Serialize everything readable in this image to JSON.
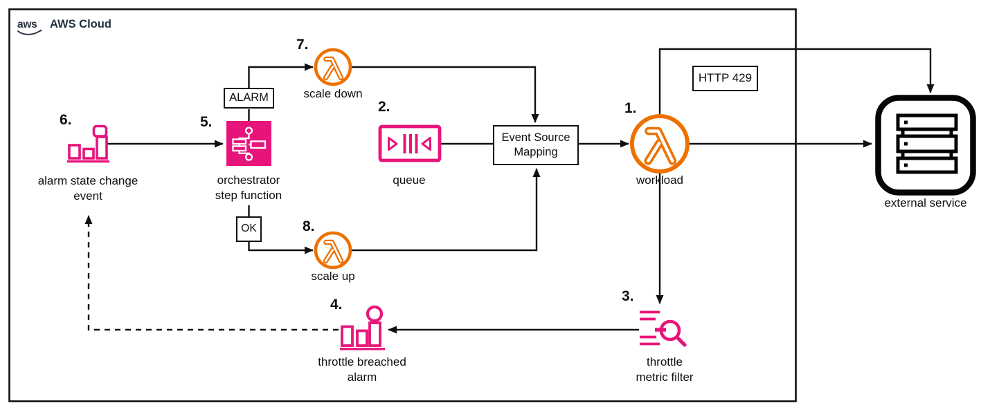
{
  "header": {
    "logo": "aws",
    "title": "AWS Cloud"
  },
  "nodes": {
    "workload": {
      "num": "1.",
      "label": "workload"
    },
    "queue": {
      "num": "2.",
      "label": "queue"
    },
    "metricFilter": {
      "num": "3.",
      "line1": "throttle",
      "line2": "metric filter"
    },
    "breachedAlarm": {
      "num": "4.",
      "line1": "throttle breached",
      "line2": "alarm"
    },
    "orchestrator": {
      "num": "5.",
      "line1": "orchestrator",
      "line2": "step function"
    },
    "alarmEvent": {
      "num": "6.",
      "line1": "alarm state change",
      "line2": "event"
    },
    "scaleDown": {
      "num": "7.",
      "label": "scale down"
    },
    "scaleUp": {
      "num": "8.",
      "label": "scale up"
    },
    "external": {
      "label": "external service"
    }
  },
  "annotations": {
    "alarmState": "ALARM",
    "okState": "OK",
    "esmLine1": "Event Source",
    "esmLine2": "Mapping",
    "http429": "HTTP 429"
  },
  "icons": {
    "workload": "lambda-icon",
    "scaleDown": "lambda-icon",
    "scaleUp": "lambda-icon",
    "queue": "sqs-queue-icon",
    "metricFilter": "metric-filter-icon",
    "breachedAlarm": "cloudwatch-alarm-icon",
    "alarmEvent": "cloudwatch-alarm-icon",
    "orchestrator": "step-functions-icon",
    "external": "server-icon",
    "logo": "aws-logo"
  },
  "colors": {
    "pink": "#E7157B",
    "orange": "#ED7100",
    "ink": "#0f1111",
    "navy": "#232F3E"
  }
}
